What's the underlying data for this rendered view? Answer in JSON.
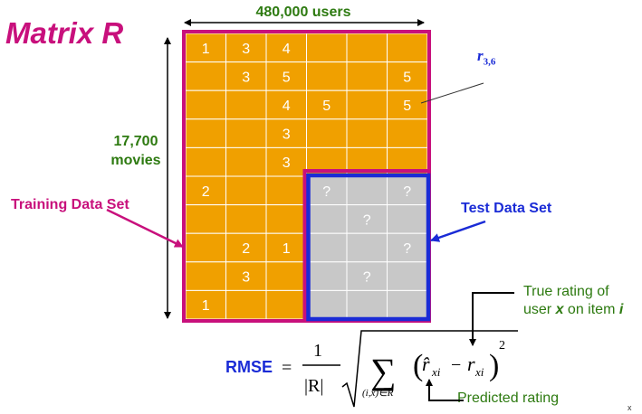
{
  "title": "Matrix R",
  "users_label": "480,000 users",
  "movies_label_line1": "17,700",
  "movies_label_line2": "movies",
  "training_label": "Training Data Set",
  "test_label": "Test Data Set",
  "r36_label_base": "r",
  "r36_label_sub": "3,6",
  "true_rating_line1": "True rating of",
  "true_rating_line2_a": "user ",
  "true_rating_line2_x": "x",
  "true_rating_line2_b": " on item ",
  "true_rating_line2_i": "i",
  "predicted_label": "Predicted rating",
  "rmse_label": "RMSE",
  "formula": {
    "equals": "=",
    "numerator": "1",
    "denominator": "|R|",
    "sum_symbol": "∑",
    "sum_subscript": "(i,x)∈R",
    "term_hat": "r̂",
    "term_hat_sub": "xi",
    "minus": "−",
    "term_r": "r",
    "term_r_sub": "xi",
    "exponent": "2"
  },
  "corner_mark": "x",
  "matrix": {
    "rows": 10,
    "cols": 6,
    "cells": [
      [
        "1",
        "3",
        "4",
        "",
        "",
        ""
      ],
      [
        "",
        "3",
        "5",
        "",
        "",
        "5"
      ],
      [
        "",
        "",
        "4",
        "5",
        "",
        "5"
      ],
      [
        "",
        "",
        "3",
        "",
        "",
        ""
      ],
      [
        "",
        "",
        "3",
        "",
        "",
        ""
      ],
      [
        "2",
        "",
        "",
        "?",
        "",
        "?"
      ],
      [
        "",
        "",
        "",
        "",
        "?",
        ""
      ],
      [
        "",
        "2",
        "1",
        "",
        "",
        "?"
      ],
      [
        "",
        "3",
        "",
        "",
        "?",
        ""
      ],
      [
        "1",
        "",
        "",
        "",
        "",
        ""
      ]
    ],
    "test_cells": [
      [
        5,
        3
      ],
      [
        5,
        4
      ],
      [
        5,
        5
      ],
      [
        6,
        3
      ],
      [
        6,
        4
      ],
      [
        6,
        5
      ],
      [
        7,
        3
      ],
      [
        7,
        4
      ],
      [
        7,
        5
      ],
      [
        8,
        3
      ],
      [
        8,
        4
      ],
      [
        8,
        5
      ],
      [
        9,
        3
      ],
      [
        9,
        4
      ],
      [
        9,
        5
      ]
    ]
  },
  "colors": {
    "training_fill": "#f0a000",
    "test_fill": "#c8c8c8",
    "training_border": "#c8107c",
    "test_border": "#1a2bd6",
    "label_green": "#2d7a10"
  }
}
